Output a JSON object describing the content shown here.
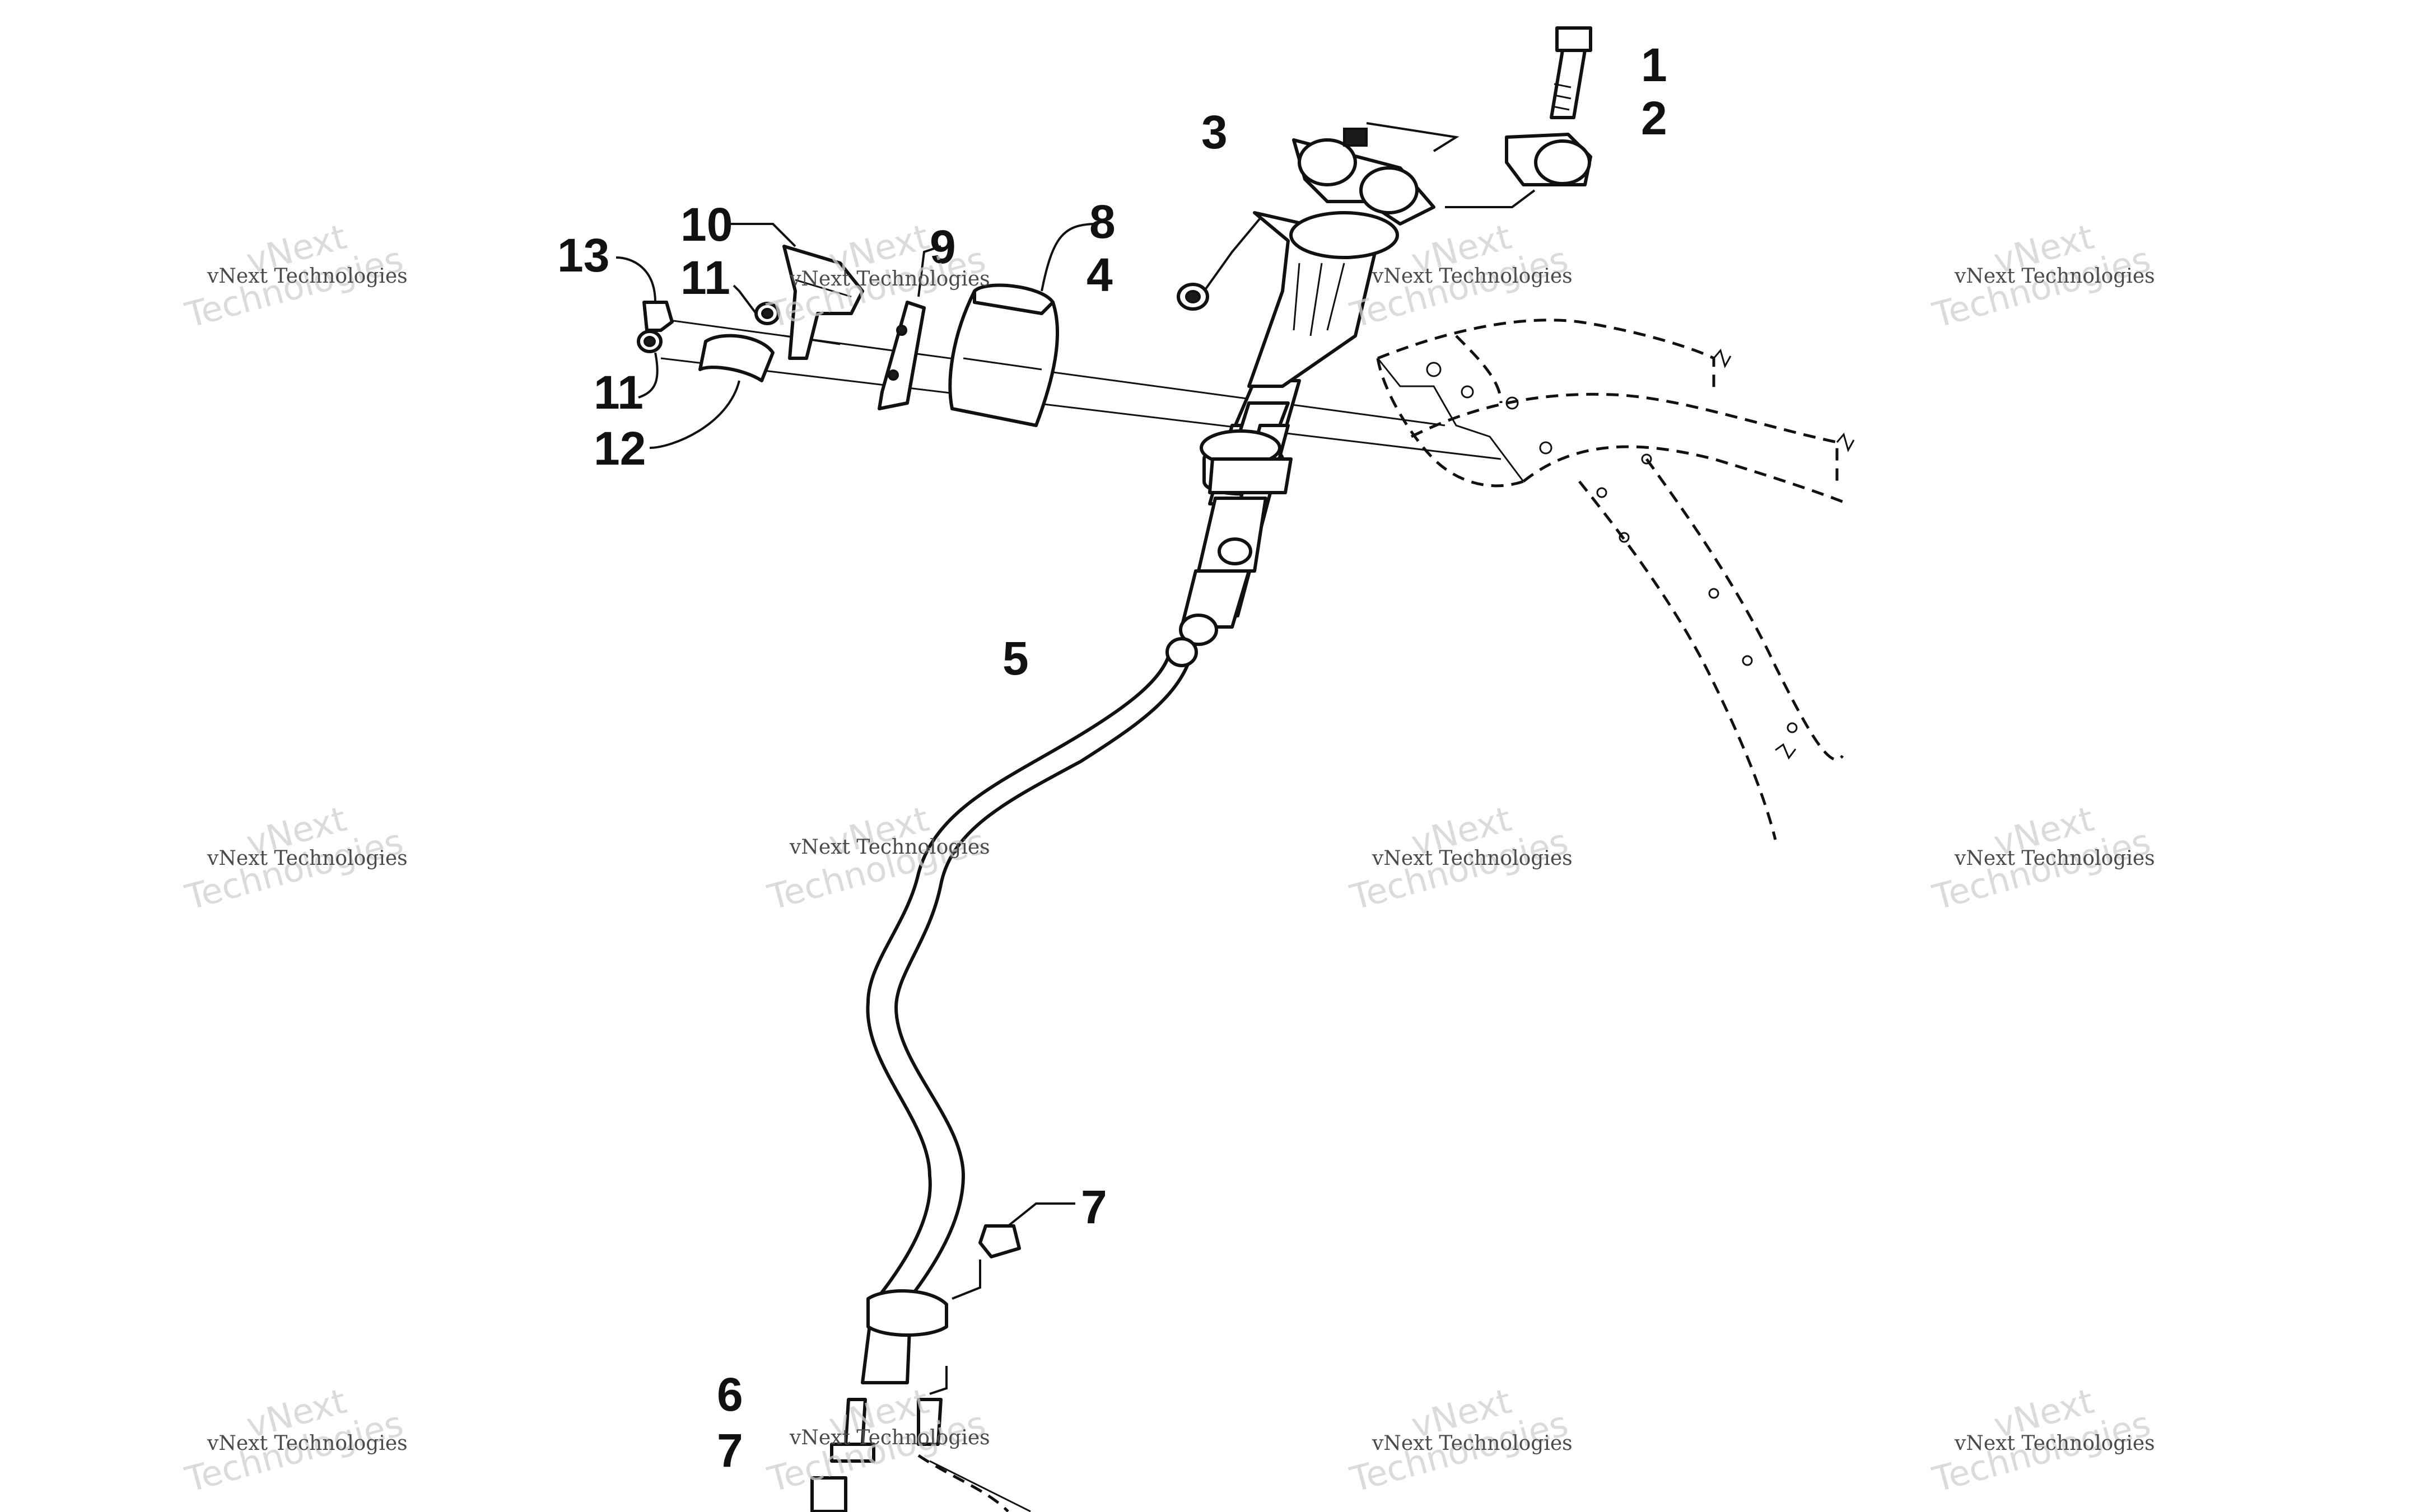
{
  "diagram": {
    "callouts": [
      {
        "id": "c1",
        "text": "1"
      },
      {
        "id": "c2",
        "text": "2"
      },
      {
        "id": "c3",
        "text": "3"
      },
      {
        "id": "c4",
        "text": "4"
      },
      {
        "id": "c5",
        "text": "5"
      },
      {
        "id": "c6",
        "text": "6"
      },
      {
        "id": "c7a",
        "text": "7"
      },
      {
        "id": "c7b",
        "text": "7"
      },
      {
        "id": "c8",
        "text": "8"
      },
      {
        "id": "c9",
        "text": "9"
      },
      {
        "id": "c10",
        "text": "10"
      },
      {
        "id": "c11a",
        "text": "11"
      },
      {
        "id": "c11b",
        "text": "11"
      },
      {
        "id": "c12",
        "text": "12"
      },
      {
        "id": "c13",
        "text": "13"
      }
    ],
    "watermark": {
      "line": "vNext Technologies",
      "big_top": "vNext",
      "big_bottom": "Technologies"
    }
  }
}
